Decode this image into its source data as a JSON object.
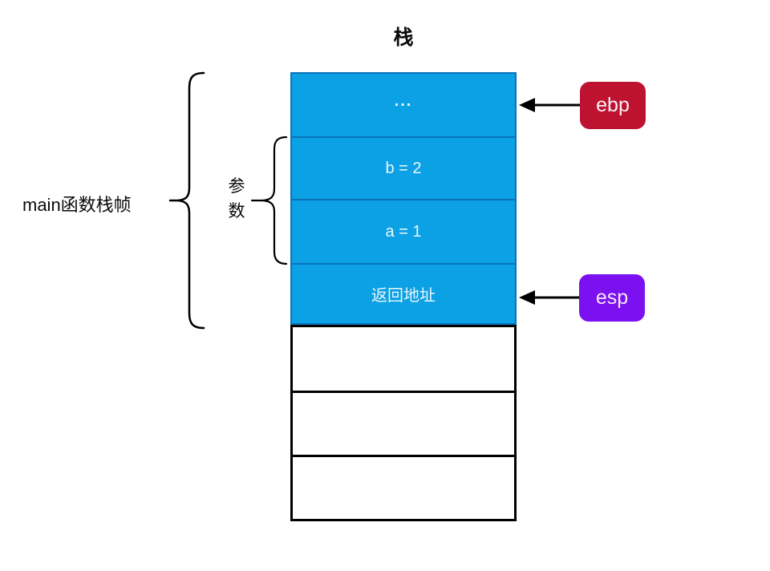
{
  "title": "栈",
  "labels": {
    "frame": "main函数栈帧",
    "params": "参数"
  },
  "stack": {
    "filled_cells": [
      {
        "label": "..."
      },
      {
        "label": "b = 2"
      },
      {
        "label": "a = 1"
      },
      {
        "label": "返回地址"
      }
    ],
    "empty_cell_count": 3
  },
  "registers": [
    {
      "name": "ebp",
      "color": "#be1231"
    },
    {
      "name": "esp",
      "color": "#7b10f0"
    }
  ],
  "colors": {
    "cell_fill": "#0ca0e4",
    "cell_border": "#0b72b8",
    "cell_text": "#eaf7fd",
    "empty_cell_border": "#000000",
    "connector": "#000000",
    "ebp_fill": "#be1231",
    "esp_fill": "#7b10f0",
    "background": "#ffffff"
  }
}
